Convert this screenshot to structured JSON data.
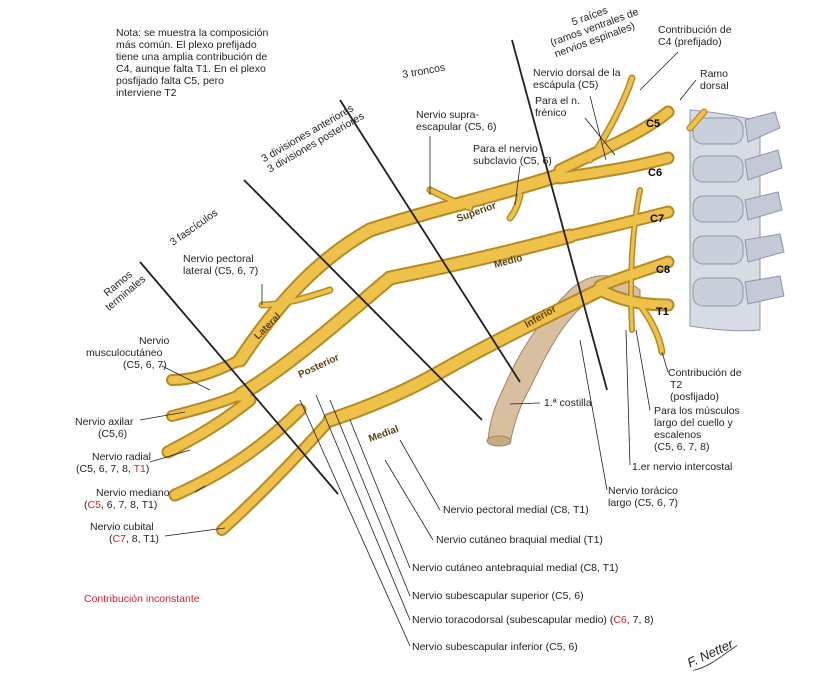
{
  "note": {
    "lines": [
      "Nota: se muestra la composición",
      "más común. El plexo prefijado",
      "tiene una amplia contribución de",
      "C4, aunque falta T1. En el plexo",
      "posfijado falta C5, pero",
      "interviene T2"
    ]
  },
  "headers": {
    "raices": [
      "5 raíces",
      "(ramos ventrales de",
      "nervios espinales)"
    ],
    "troncos": "3 troncos",
    "divisiones": [
      "3 divisiones anteriores",
      "3 divisiones posteriores"
    ],
    "fasciculos": "3 fascículos",
    "ramos": [
      "Ramos",
      "terminales"
    ]
  },
  "roots": [
    "C5",
    "C6",
    "C7",
    "C8",
    "T1"
  ],
  "trunks": [
    "Superior",
    "Medio",
    "Inferior"
  ],
  "cords": [
    "Lateral",
    "Posterior",
    "Medial"
  ],
  "labels": {
    "contrib_c4": [
      "Contribución de",
      "C4 (prefijado)"
    ],
    "ramo_dorsal": [
      "Ramo",
      "dorsal"
    ],
    "dorsal_escapula": [
      "Nervio dorsal de la",
      "escápula (C5)"
    ],
    "frenico": [
      "Para el n.",
      "frénico"
    ],
    "supraescapular": [
      "Nervio supra-",
      "escapular (C5, 6)"
    ],
    "subclavio": [
      "Para el nervio",
      "subclavio (C5, 6)"
    ],
    "pectoral_lateral": [
      "Nervio pectoral",
      "lateral (C5, 6, 7)"
    ],
    "musculocutaneo": [
      "Nervio",
      "musculocutáneo",
      "(C5, 6, 7)"
    ],
    "axilar": [
      "Nervio axilar",
      "(C5,6)"
    ],
    "radial": {
      "l1": "Nervio radial",
      "l2_pre": "(C5, 6, 7, 8, ",
      "l2_red": "T1",
      "l2_post": ")"
    },
    "mediano": {
      "l1": "Nervio mediano",
      "l2_red": "C5",
      "l2_post": ", 6, 7, 8, T1)"
    },
    "cubital": {
      "l1": "Nervio cubital",
      "l2_red": "C7",
      "l2_post": ", 8, T1)"
    },
    "costilla": "1.ª costilla",
    "contrib_t2": [
      "Contribución de",
      "T2",
      "(posfijado)"
    ],
    "cuello": [
      "Para los músculos",
      "largo del cuello y",
      "escalenos",
      "(C5, 6, 7, 8)"
    ],
    "intercostal": "1.er nervio intercostal",
    "toracico_largo": [
      "Nervio torácico",
      "largo (C5, 6, 7)"
    ],
    "pectoral_medial": "Nervio pectoral medial (C8, T1)",
    "cutaneo_braquial": "Nervio cutáneo braquial medial (T1)",
    "cutaneo_antebraquial": "Nervio cutáneo antebraquial medial (C8, T1)",
    "subescapular_sup": "Nervio subescapular superior (C5, 6)",
    "toracodorsal": {
      "pre": "Nervio toracodorsal (subescapular medio) (",
      "red": "C6",
      "post": ", 7, 8)"
    },
    "subescapular_inf": "Nervio subescapular inferior (C5, 6)"
  },
  "legend": {
    "inconstante": "Contribución inconstante"
  },
  "signature": "F. Netter",
  "colors": {
    "nerve": "#eec24a",
    "nerve_edge": "#b78a22",
    "accent_red": "#d2232a",
    "rib": "#d8bfa0",
    "vertebra": "#d7dbe4"
  }
}
